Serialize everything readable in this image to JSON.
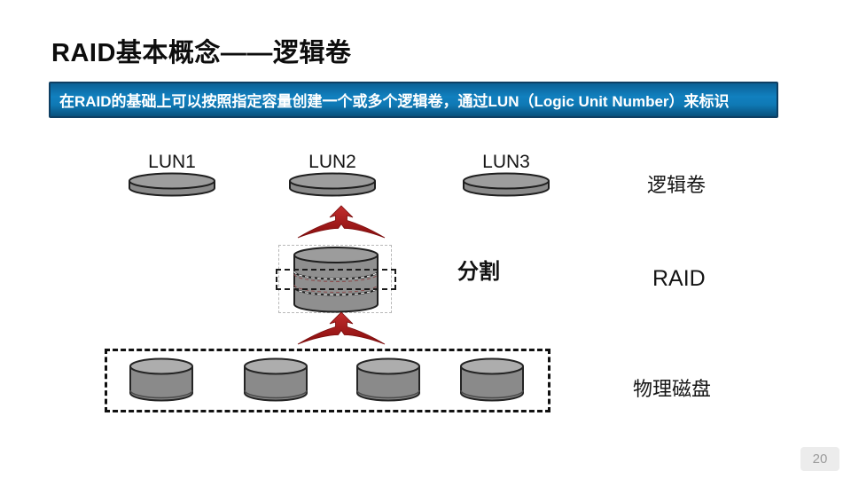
{
  "slide": {
    "title": "RAID基本概念——逻辑卷",
    "banner_text": "在RAID的基础上可以按照指定容量创建一个或多个逻辑卷，通过LUN（Logic Unit Number）来标识",
    "page_number": "20"
  },
  "diagram": {
    "luns": [
      {
        "label": "LUN1"
      },
      {
        "label": "LUN2"
      },
      {
        "label": "LUN3"
      }
    ],
    "split_label": "分割",
    "layers": {
      "logical_volume": "逻辑卷",
      "raid": "RAID",
      "physical_disk": "物理磁盘"
    },
    "physical_disk_count": 4,
    "colors": {
      "banner_blue": "#0f7ab6",
      "banner_border": "#0e3f63",
      "arrow_red_top": "#c22d2d",
      "arrow_red_bottom": "#870d0d",
      "disk_body_gray": "#8a8a8a",
      "disk_top_gray": "#a6a6a6",
      "outline_dark": "#1f1f1f"
    }
  }
}
